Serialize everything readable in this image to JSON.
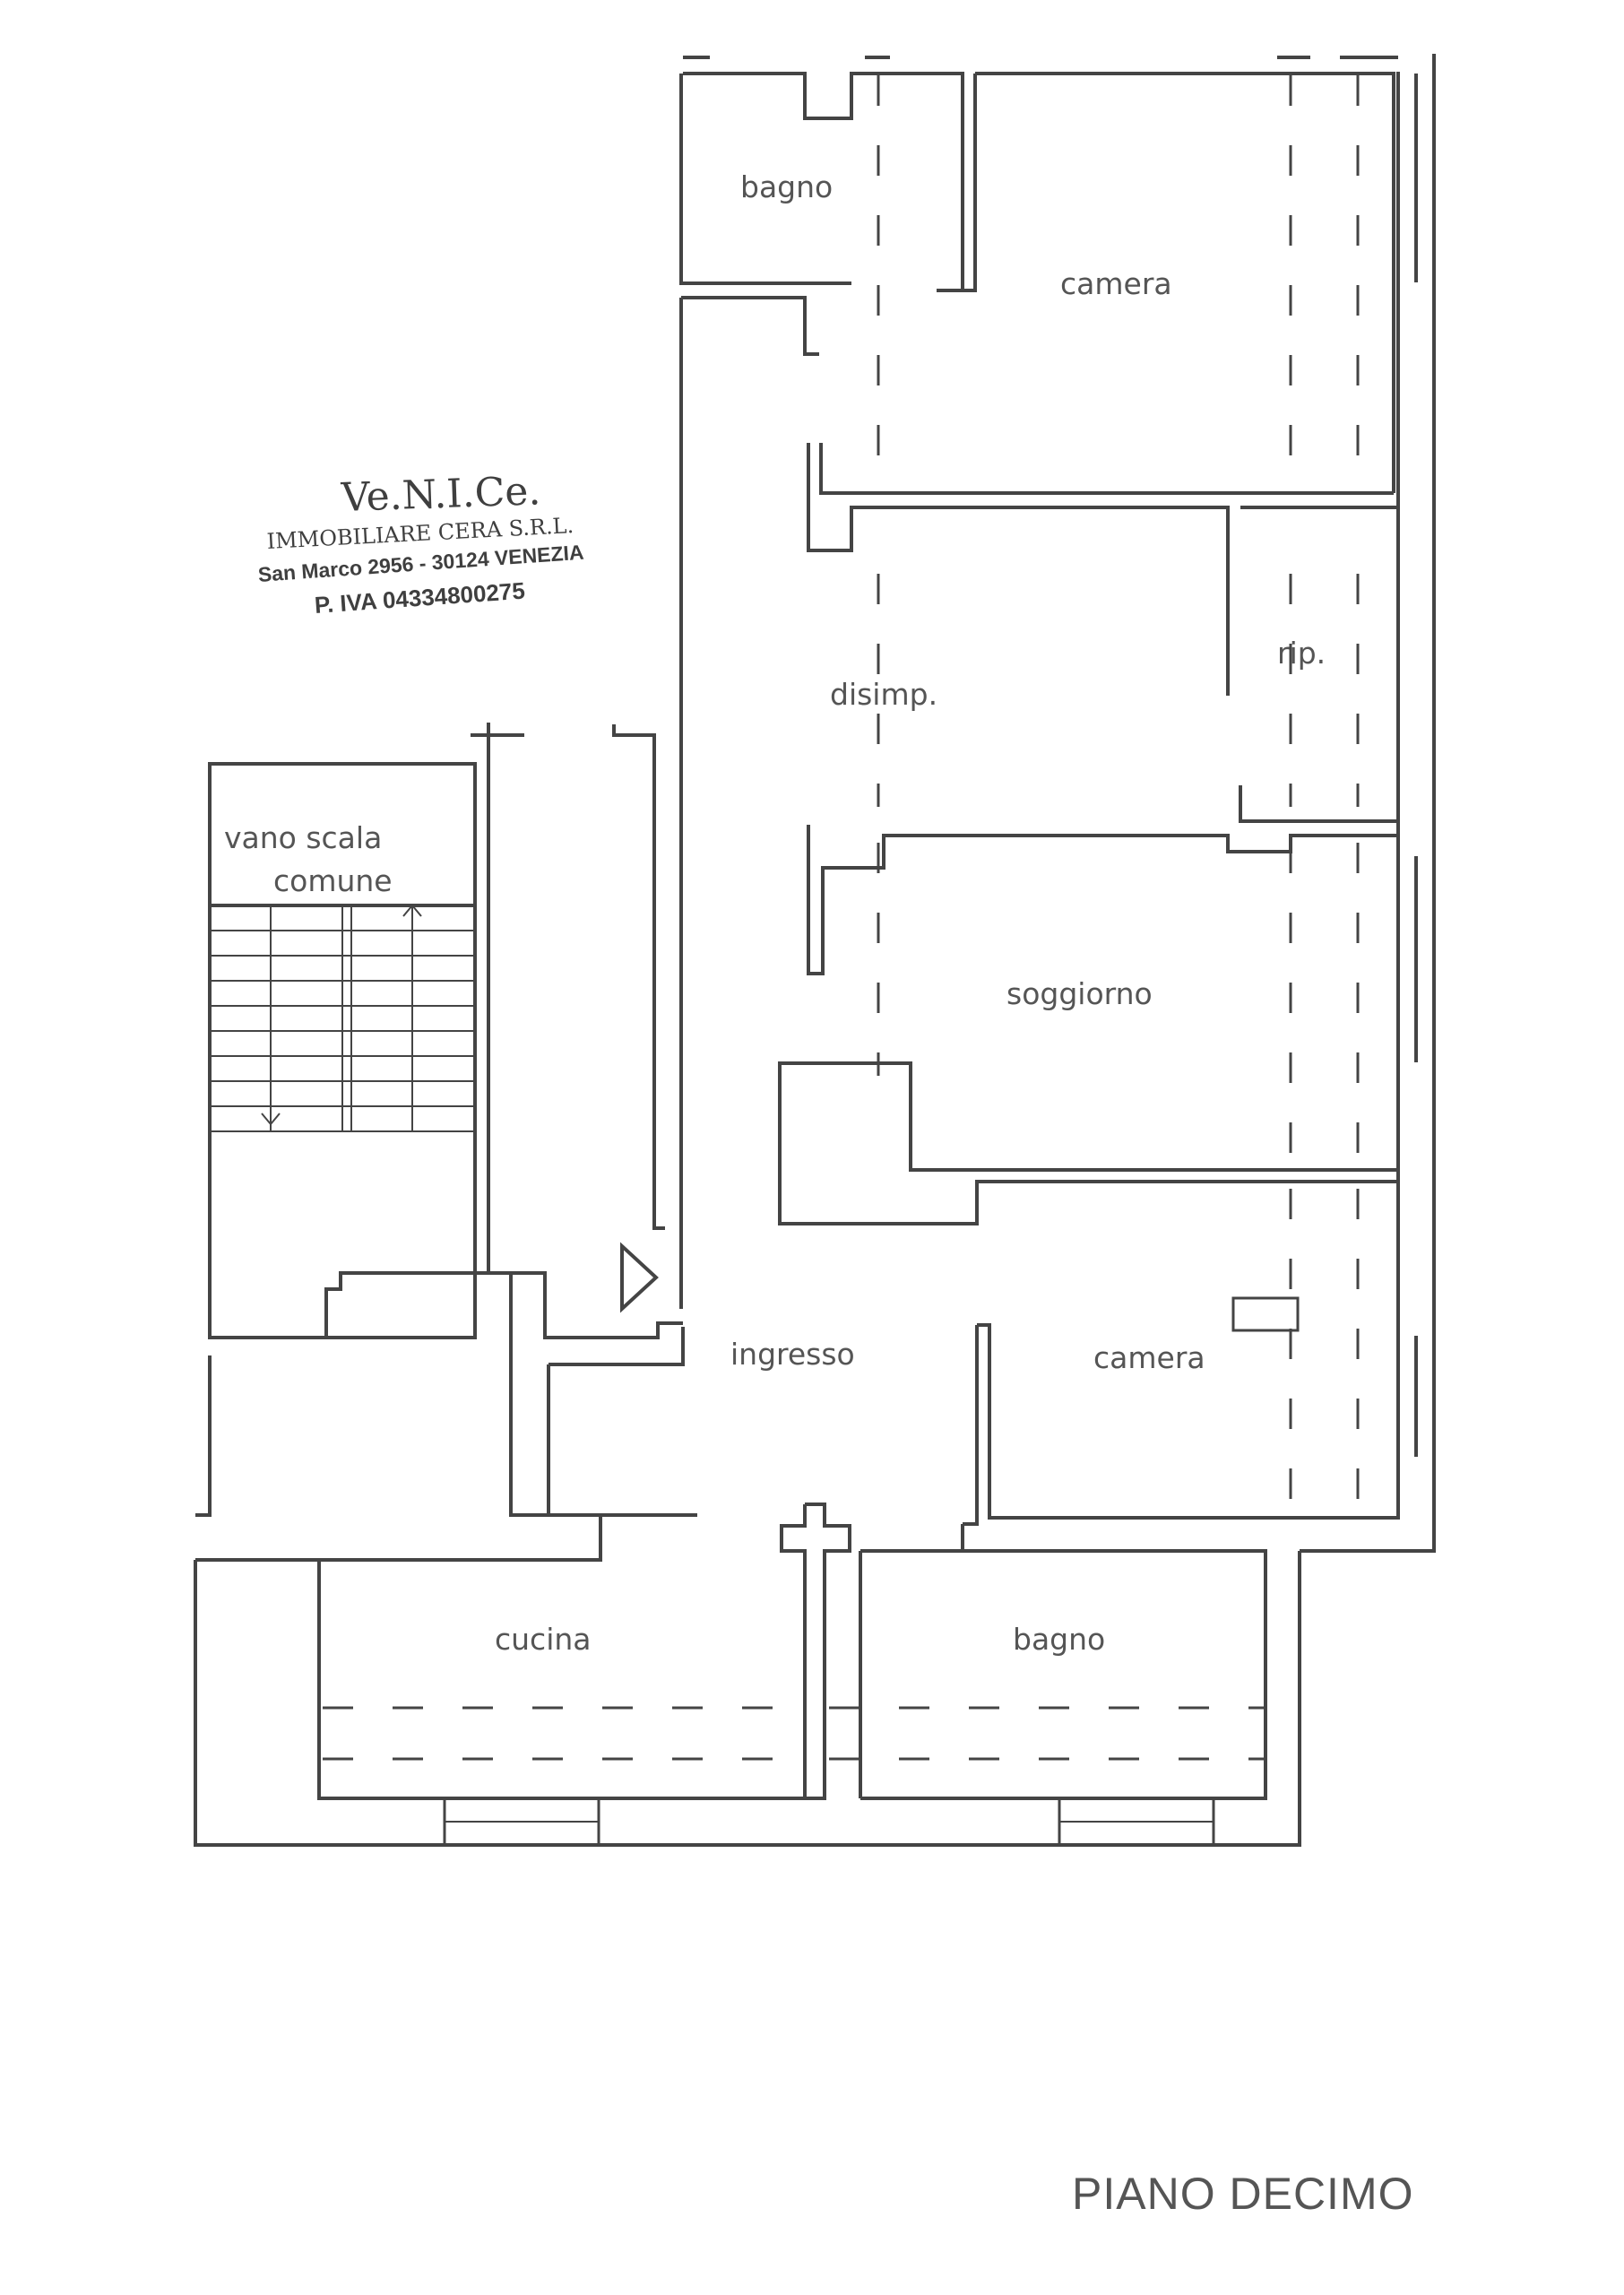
{
  "stamp": {
    "title": "Ve.N.I.Ce.",
    "company": "IMMOBILIARE CERA S.R.L.",
    "address": "San Marco 2956 - 30124 VENEZIA",
    "vat": "P. IVA 04334800275"
  },
  "floor_title": "PIANO DECIMO",
  "rooms": {
    "bagno_top": "bagno",
    "camera_top": "camera",
    "disimp": "disimp.",
    "rip": "rip.",
    "vano_scala_1": "vano scala",
    "vano_scala_2": "comune",
    "soggiorno": "soggiorno",
    "ingresso": "ingresso",
    "camera_mid": "camera",
    "cucina": "cucina",
    "bagno_bottom": "bagno"
  },
  "colors": {
    "wall": "#444444",
    "label": "#555555",
    "stamp": "#3f3f3f"
  }
}
